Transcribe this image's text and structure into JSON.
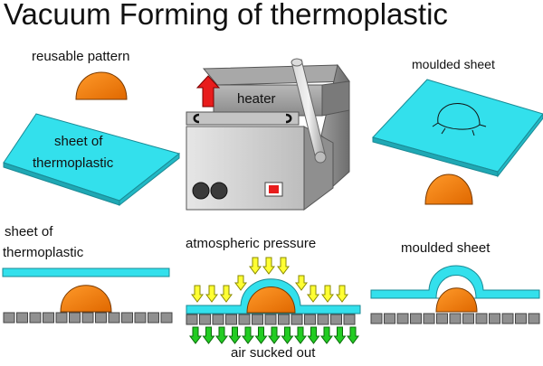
{
  "title": "Vacuum Forming of thermoplastic",
  "labels": {
    "reusable_pattern": "reusable pattern",
    "sheet_of_thermoplastic_top_line1": "sheet of",
    "sheet_of_thermoplastic_top_line2": "thermoplastic",
    "heater": "heater",
    "moulded_sheet_top": "moulded sheet",
    "sheet_of_thermoplastic_bottom_line1": "sheet of",
    "sheet_of_thermoplastic_bottom_line2": "thermoplastic",
    "atmospheric_pressure": "atmospheric pressure",
    "air_sucked_out": "air sucked out",
    "moulded_sheet_bottom": "moulded sheet"
  },
  "colors": {
    "sheet": "#33e0ec",
    "mould": "#f07a0c",
    "machine_light": "#d0d0d0",
    "machine_dark": "#8c8c8c",
    "platen": "#909090",
    "pressure_arrow": "#ffff33",
    "vacuum_arrow": "#22cc22",
    "up_arrow": "#e81c1c",
    "switch": "#e81c1c"
  },
  "icons": [
    "up-arrow-icon",
    "pressure-arrow-icon",
    "vacuum-arrow-icon"
  ]
}
